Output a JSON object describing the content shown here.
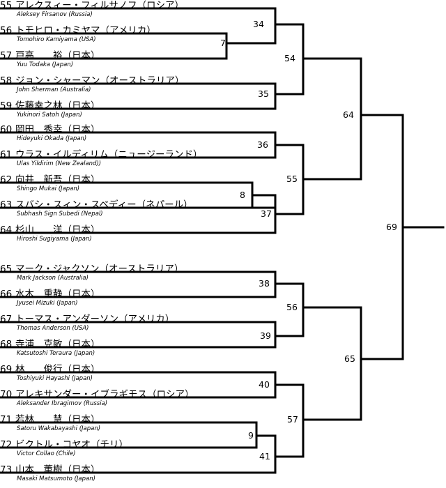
{
  "entries": [
    {
      "num": "55",
      "name": "アレクスィー・フィルサノフ（ロシア）",
      "romaji": "Aleksey  Firsanov (Russia)"
    },
    {
      "num": "56",
      "name": "トモヒロ・カミヤマ（アメリカ）",
      "romaji": "Tomohiro  Kamiyama (USA)"
    },
    {
      "num": "57",
      "name": "戸高　　裕（日本）",
      "romaji": "Yuu  Todaka (Japan)"
    },
    {
      "num": "58",
      "name": "ジョン・シャーマン（オーストラリア）",
      "romaji": "John  Sherman (Australia)"
    },
    {
      "num": "59",
      "name": "佐藤幸之林（日本）",
      "romaji": "Yukinori  Satoh (Japan)"
    },
    {
      "num": "60",
      "name": "岡田　秀幸（日本）",
      "romaji": "Hideyuki  Okada (Japan)"
    },
    {
      "num": "61",
      "name": "ウラス・イルディリム（ニュージーランド）",
      "romaji": "Ulas  Yildirim (New Zealand))"
    },
    {
      "num": "62",
      "name": "向井　新吾（日本）",
      "romaji": "Shingo  Mukai (Japan)"
    },
    {
      "num": "63",
      "name": "スバシ・スィン・スベディー（ネパール）",
      "romaji": "Subhash  Sign  Subedi (Nepal)"
    },
    {
      "num": "64",
      "name": "杉山　　洋（日本）",
      "romaji": "Hiroshi  Sugiyama (Japan)"
    },
    {
      "num": "65",
      "name": "マーク・ジャクソン（オーストラリア）",
      "romaji": "Mark  Jackson (Australia)"
    },
    {
      "num": "66",
      "name": "水木　重静（日本）",
      "romaji": "Jyusei  Mizuki (Japan)"
    },
    {
      "num": "67",
      "name": "トーマス・アンダーソン（アメリカ）",
      "romaji": "Thomas  Anderson (USA)"
    },
    {
      "num": "68",
      "name": "寺浦　克敏（日本）",
      "romaji": "Katsutoshi  Teraura (Japan)"
    },
    {
      "num": "69",
      "name": "林　　俊行（日本）",
      "romaji": "Toshiyuki  Hayashi (Japan)"
    },
    {
      "num": "70",
      "name": "アレキサンダー・イブラギモス（ロシア）",
      "romaji": "Aleksander  Ibragimov (Russia)"
    },
    {
      "num": "71",
      "name": "若林　　慧（日本）",
      "romaji": "Satoru  Wakabayashi (Japan)"
    },
    {
      "num": "72",
      "name": "ビクトル・コヤオ（チリ）",
      "romaji": "Victor  Collao (Chile)"
    },
    {
      "num": "73",
      "name": "山本　薫樹（日本）",
      "romaji": "Masaki  Matsumoto (Japan)"
    }
  ],
  "matches": [
    "34",
    "7",
    "54",
    "35",
    "64",
    "36",
    "55",
    "8",
    "37",
    "69",
    "38",
    "56",
    "39",
    "65",
    "40",
    "57",
    "9",
    "41"
  ],
  "line_color": "#000000"
}
